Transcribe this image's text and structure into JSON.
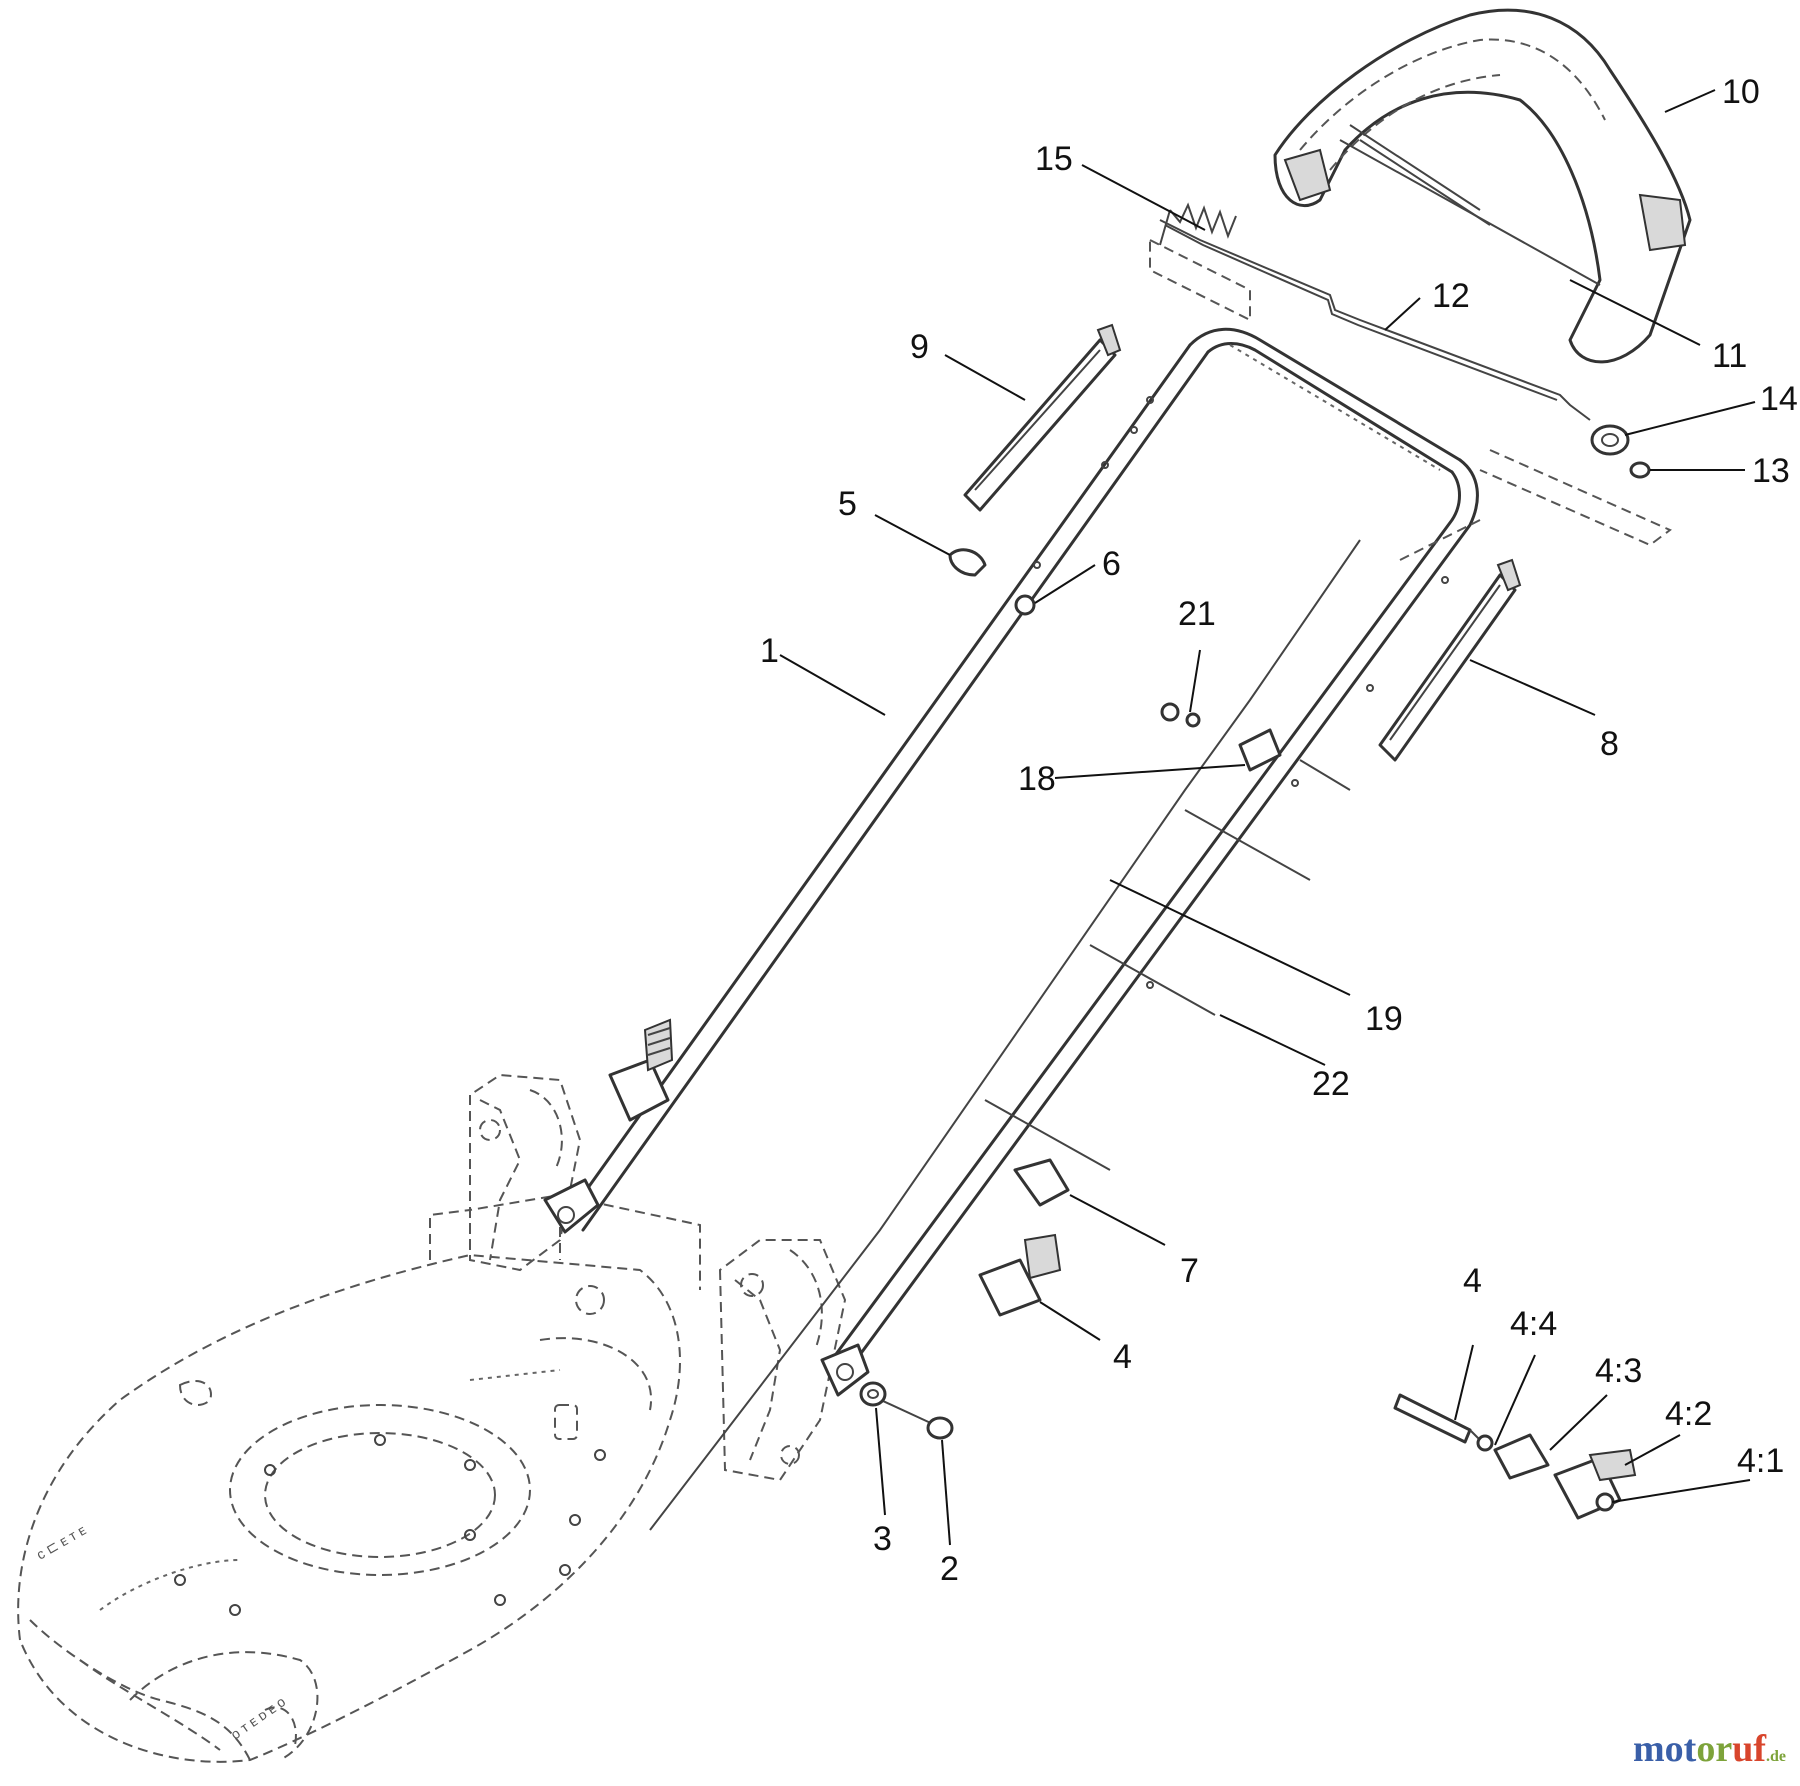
{
  "diagram": {
    "callouts": [
      "10",
      "15",
      "12",
      "11",
      "9",
      "14",
      "13",
      "5",
      "6",
      "21",
      "1",
      "8",
      "18",
      "19",
      "22",
      "7",
      "4",
      "4",
      "4:4",
      "4:3",
      "4:2",
      "4:1",
      "3",
      "2"
    ]
  },
  "watermark": {
    "part_a": "mot",
    "part_b": "or",
    "part_c": "uf",
    "suffix": ".de",
    "colors": {
      "blue": "#3a5fa8",
      "green": "#7da33a",
      "red": "#d8452c"
    }
  }
}
